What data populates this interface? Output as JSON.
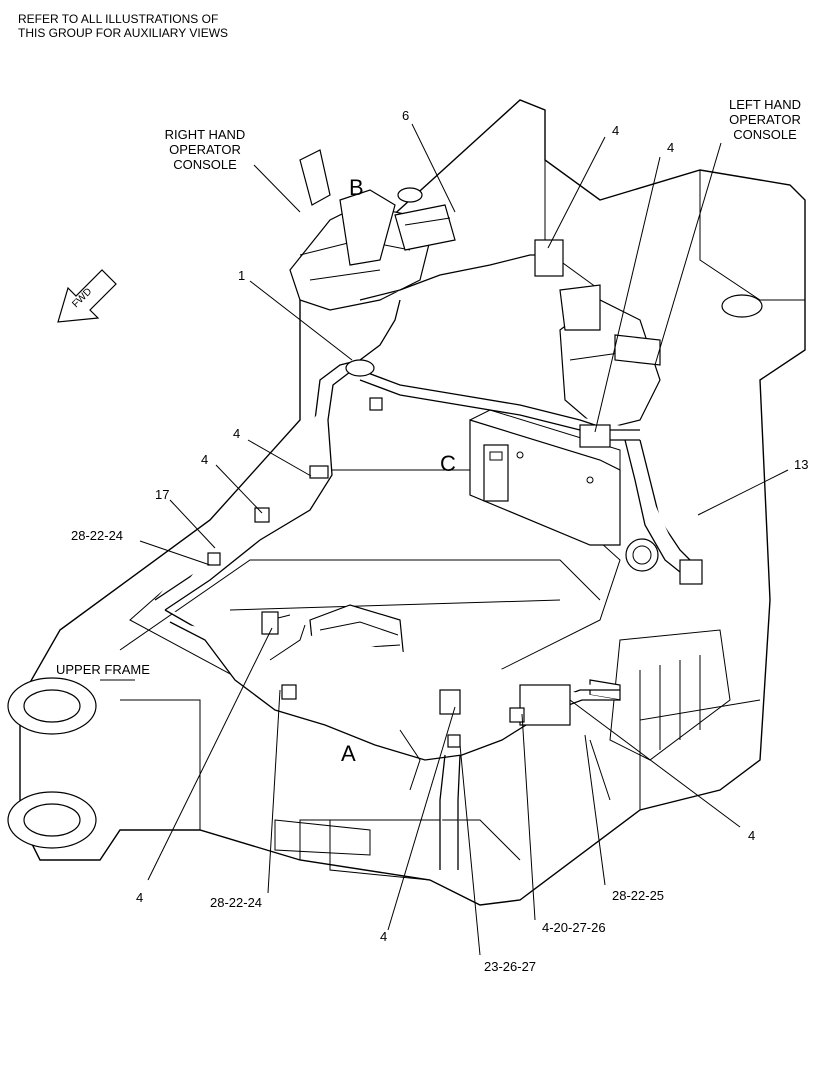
{
  "note": {
    "line1": "REFER TO ALL ILLUSTRATIONS OF",
    "line2": "THIS GROUP FOR AUXILIARY VIEWS"
  },
  "fwd_label": "FWD",
  "view_letters": {
    "a": "A",
    "b": "B",
    "c": "C"
  },
  "callouts": {
    "right_console": [
      "RIGHT HAND",
      "OPERATOR",
      "CONSOLE"
    ],
    "left_console": [
      "LEFT HAND",
      "OPERATOR",
      "CONSOLE"
    ],
    "upper_frame": "UPPER FRAME",
    "c6": "6",
    "c4_top_mid": "4",
    "c4_top_right": "4",
    "c1": "1",
    "c4_left_upper": "4",
    "c4_left_lower": "4",
    "c17": "17",
    "c28_22_24_left": "28-22-24",
    "c13": "13",
    "c4_right_bottom": "4",
    "c4_bottom_left": "4",
    "c28_22_24_bottom": "28-22-24",
    "c4_bottom_mid": "4",
    "c23_26_27": "23-26-27",
    "c4_20_27_26": "4-20-27-26",
    "c28_22_25": "28-22-25"
  }
}
